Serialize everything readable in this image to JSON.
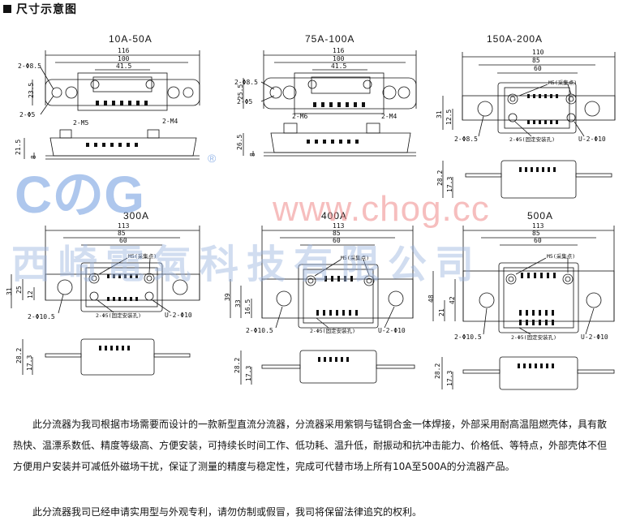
{
  "header": {
    "title": "尺寸示意图"
  },
  "drawings": {
    "d10": {
      "title": "10A-50A",
      "w116": "116",
      "w100": "100",
      "w41": "41.5",
      "h23": "23.5",
      "h21": "21.5",
      "h8": "8",
      "hole1": "2-Φ8.5",
      "hole2": "2-Φ5",
      "m5": "2-M5",
      "m4": "2-M4"
    },
    "d75": {
      "title": "75A-100A",
      "w116": "116",
      "w100": "100",
      "w41": "41.5",
      "h25": "25.5",
      "h26": "26.5",
      "h8": "8",
      "hole1": "2-Φ8.5",
      "hole2": "2-Φ5",
      "m6": "2-M6",
      "m4": "2-M4"
    },
    "d150": {
      "title": "150A-200A",
      "w110": "110",
      "w85": "85",
      "w60": "60",
      "h31": "31",
      "h12": "12.5",
      "m5": "M5(采集点)",
      "hole1": "2-Φ8.5",
      "hole2": "2-Φ5(固定安装孔)",
      "u": "U-2-Φ10",
      "h28": "28.2",
      "h17": "17.3"
    },
    "d300": {
      "title": "300A",
      "w113": "113",
      "w85": "85",
      "w60": "60",
      "h31": "31",
      "h25": "25",
      "h12": "12",
      "m5": "M5(采集点)",
      "hole1": "2-Φ10.5",
      "hole2": "2-Φ5(固定安装孔)",
      "u": "U-2-Φ10",
      "h28": "28.2",
      "h17": "17.3"
    },
    "d400": {
      "title": "400A",
      "w113": "113",
      "w85": "85",
      "w60": "60",
      "h39": "39",
      "h33": "33",
      "h16": "16.5",
      "m5": "M5(采集点)",
      "hole1": "2-Φ10.5",
      "hole2": "2-Φ5(固定安装孔)",
      "u": "U-2-Φ10",
      "h28": "28.2",
      "h17": "17.3"
    },
    "d500": {
      "title": "500A",
      "w113": "113",
      "w85": "85",
      "w60": "60",
      "h48": "48",
      "h21": "21",
      "h42": "42",
      "m5": "M5(采集点)",
      "hole1": "2-Φ10.5",
      "hole2": "2-Φ5(固定安装孔)",
      "u": "U-2-Φ10",
      "h28": "28.2",
      "h17": "17.3"
    }
  },
  "watermark": {
    "logo": "CのG",
    "reg": "®",
    "url": "www.chog.cc",
    "company": "西崎電氣科技有限公司"
  },
  "description": {
    "p1": "此分流器为我司根据市场需要而设计的一款新型直流分流器，分流器采用紫铜与锰铜合金一体焊接，外部采用耐高温阻燃壳体，具有散热快、温漂系数低、精度等级高、方便安装，可持续长时间工作、低功耗、温升低，耐振动和抗冲击能力、价格低、等特点，外部壳体不但方便用户安装并可减低外磁场干扰，保证了测量的精度与稳定性，完成可代替市场上所有10A至500A的分流器产品。",
    "p2": "此分流器我司已经申请实用型与外观专利，请勿仿制或假冒，我司将保留法律追究的权利。"
  }
}
